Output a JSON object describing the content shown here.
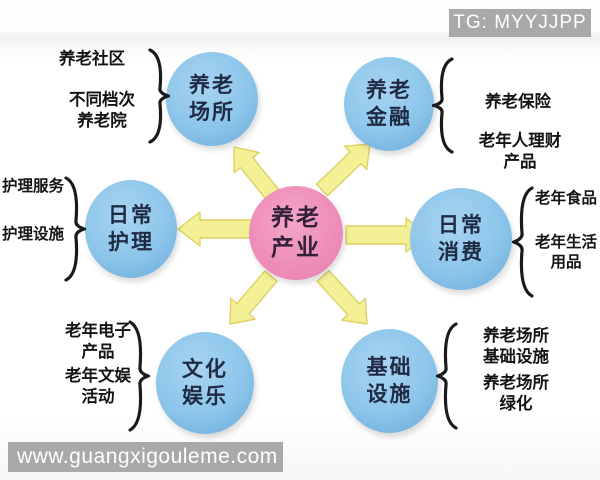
{
  "watermarks": {
    "top": "TG: MYYJJPP",
    "bottom": "www.guangxigouleme.com"
  },
  "center": {
    "lines": [
      "养老",
      "产业"
    ]
  },
  "nodes": [
    {
      "id": "elder-care-places",
      "lines": [
        "养老",
        "场所"
      ],
      "items": [
        {
          "lines": [
            "养老社区"
          ]
        },
        {
          "lines": [
            "不同档次",
            "养老院"
          ]
        }
      ]
    },
    {
      "id": "elder-care-finance",
      "lines": [
        "养老",
        "金融"
      ],
      "items": [
        {
          "lines": [
            "养老保险"
          ]
        },
        {
          "lines": [
            "老年人理财",
            "产品"
          ]
        }
      ]
    },
    {
      "id": "daily-care",
      "lines": [
        "日常",
        "护理"
      ],
      "items": [
        {
          "lines": [
            "护理服务"
          ]
        },
        {
          "lines": [
            "护理设施"
          ]
        }
      ]
    },
    {
      "id": "daily-consumption",
      "lines": [
        "日常",
        "消费"
      ],
      "items": [
        {
          "lines": [
            "老年食品"
          ]
        },
        {
          "lines": [
            "老年生活",
            "用品"
          ]
        }
      ]
    },
    {
      "id": "culture-entertainment",
      "lines": [
        "文化",
        "娱乐"
      ],
      "items": [
        {
          "lines": [
            "老年电子",
            "产品"
          ]
        },
        {
          "lines": [
            "老年文娱",
            "活动"
          ]
        }
      ]
    },
    {
      "id": "infrastructure",
      "lines": [
        "基础",
        "设施"
      ],
      "items": [
        {
          "lines": [
            "养老场所",
            "基础设施"
          ]
        },
        {
          "lines": [
            "养老场所",
            "绿化"
          ]
        }
      ]
    }
  ],
  "colors": {
    "node_fill": "#8cc5ea",
    "center_fill": "#ee8cb8",
    "arrow_fill": "#f4f096",
    "arrow_edge": "#ddd164",
    "watermark_bg": "#a9a9a9",
    "watermark_text": "#ffffff",
    "brace_color": "#1a1a1a",
    "node_text": "#1f2a44",
    "label_text": "#141414"
  }
}
